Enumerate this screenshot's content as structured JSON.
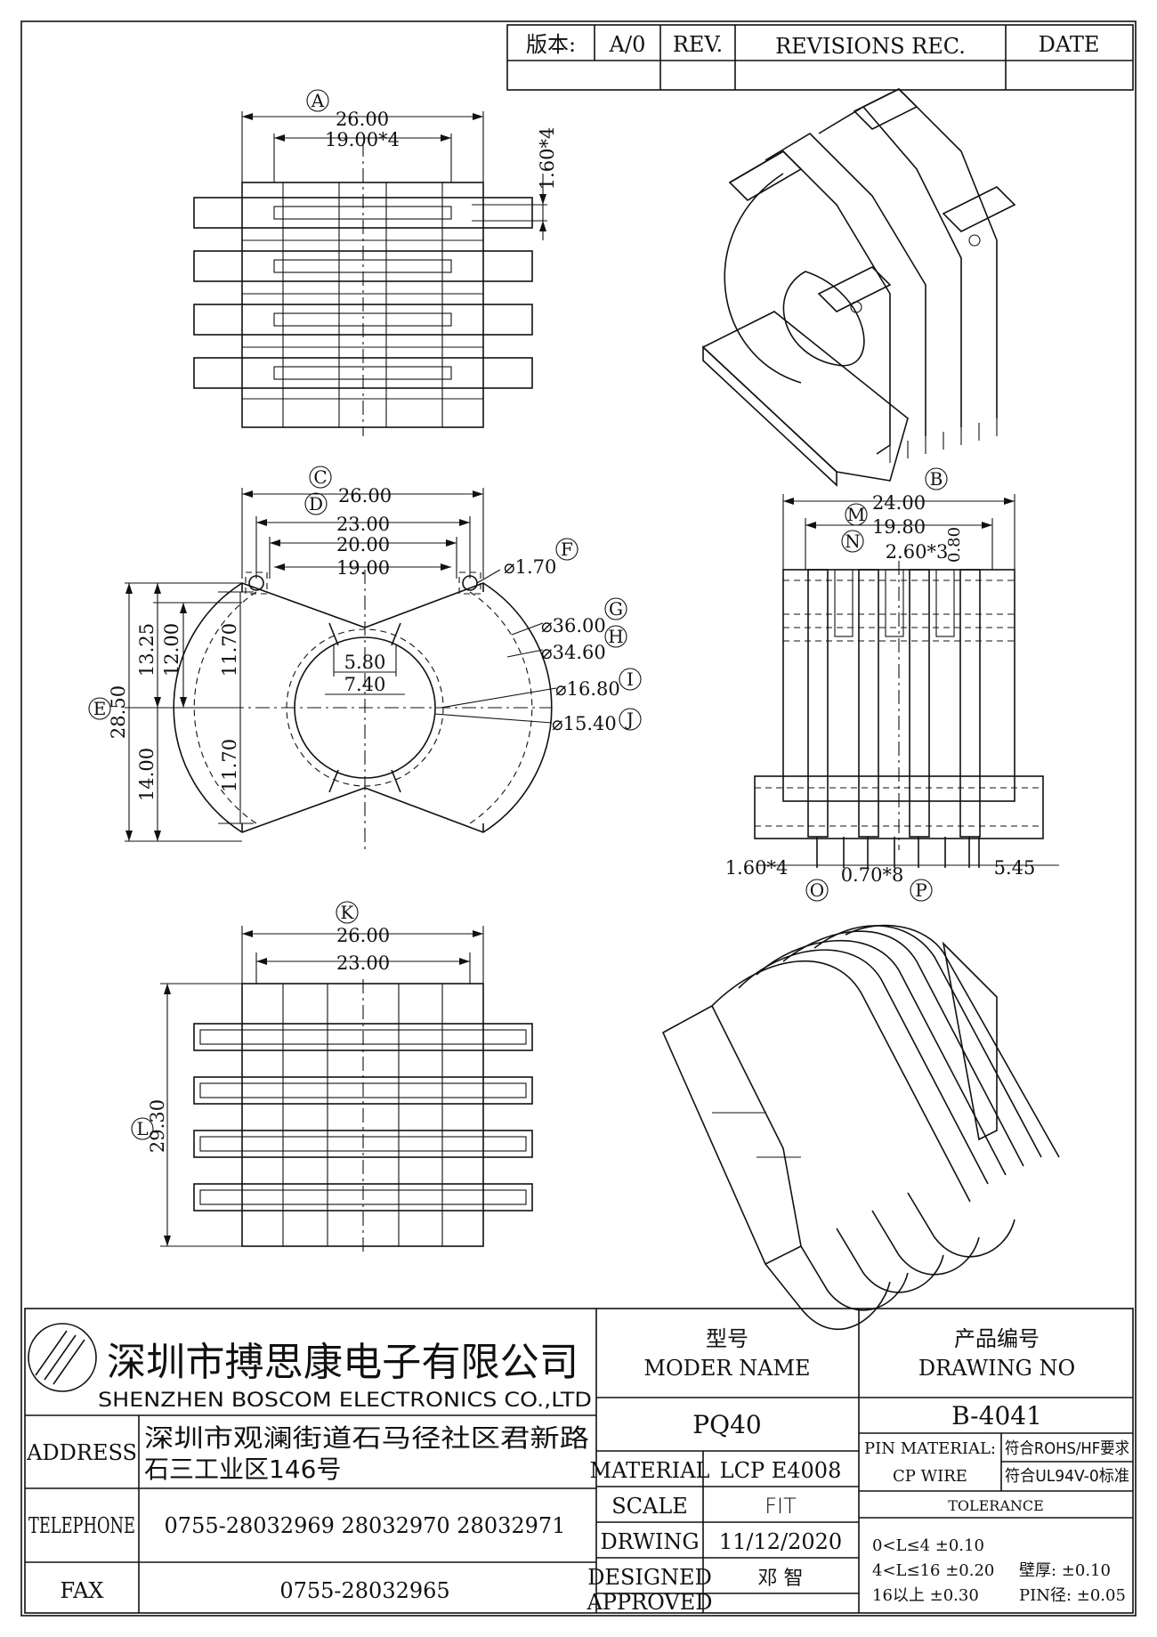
{
  "revision_block": {
    "version_label": "版本:",
    "version_value": "A/0",
    "rev_label": "REV.",
    "revisions_label": "REVISIONS REC.",
    "date_label": "DATE"
  },
  "views": {
    "top_view": {
      "balloon": "A",
      "overall_width": "26.00",
      "flange_pitch": "19.00*4",
      "flange_thickness": "1.60*4"
    },
    "front_view": {
      "balloon_c": "C",
      "balloon_d": "D",
      "balloon_e": "E",
      "balloon_f": "F",
      "balloon_g": "G",
      "balloon_h": "H",
      "balloon_i": "I",
      "balloon_j": "J",
      "width_26": "26.00",
      "width_23": "23.00",
      "width_20": "20.00",
      "width_19": "19.00",
      "hole_dia": "⌀1.70",
      "dia_36": "⌀36.00",
      "dia_34": "⌀34.60",
      "dia_16": "⌀16.80",
      "dia_15": "⌀15.40",
      "slot_inner": "5.80",
      "slot_outer": "7.40",
      "height_total": "28.50",
      "height_13": "13.25",
      "height_12": "12.00",
      "height_11_top": "11.70",
      "height_14": "14.00",
      "height_11_bottom": "11.70"
    },
    "side_view": {
      "balloon_b": "B",
      "balloon_m": "M",
      "balloon_n": "N",
      "balloon_o": "O",
      "balloon_p": "P",
      "length_24": "24.00",
      "length_19": "19.80",
      "slot_width": "2.60*3",
      "slot_depth": "0.80",
      "flange": "1.60*4",
      "pin": "0.70*8",
      "offset": "5.45"
    },
    "bottom_view": {
      "balloon_k": "K",
      "balloon_l": "L",
      "width_26": "26.00",
      "width_23": "23.00",
      "height": "29.30"
    }
  },
  "title_block": {
    "company_cn": "深圳市搏思康电子有限公司",
    "company_en": "SHENZHEN BOSCOM ELECTRONICS CO.,LTD",
    "address_label": "ADDRESS",
    "address_line1": "深圳市观澜街道石马径社区君新路",
    "address_line2": "石三工业区146号",
    "telephone_label": "TELEPHONE",
    "telephone": "0755-28032969 28032970 28032971",
    "fax_label": "FAX",
    "fax": "0755-28032965",
    "model_cn": "型号",
    "model_en": "MODER NAME",
    "model_value": "PQ40",
    "drawing_no_cn": "产品编号",
    "drawing_no_en": "DRAWING NO",
    "drawing_no_value": "B-4041",
    "material_label": "MATERIAL",
    "material_value": "LCP E4008",
    "scale_label": "SCALE",
    "scale_value": "FIT",
    "drawing_label": "DRWING",
    "drawing_date": "11/12/2020",
    "designed_label": "DESIGNED",
    "designed_value": "邓 智",
    "approved_label": "APPROVED",
    "pin_material_label": "PIN MATERIAL:",
    "pin_material_value": "CP WIRE",
    "rohs": "符合ROHS/HF要求",
    "ul": "符合UL94V-0标准",
    "tolerance_label": "TOLERANCE",
    "tol_1": "0<L≤4  ±0.10",
    "tol_2": "4<L≤16  ±0.20",
    "tol_3": "16以上    ±0.30",
    "tol_wall": "壁厚:  ±0.10",
    "tol_pin": "PIN径: ±0.05"
  }
}
